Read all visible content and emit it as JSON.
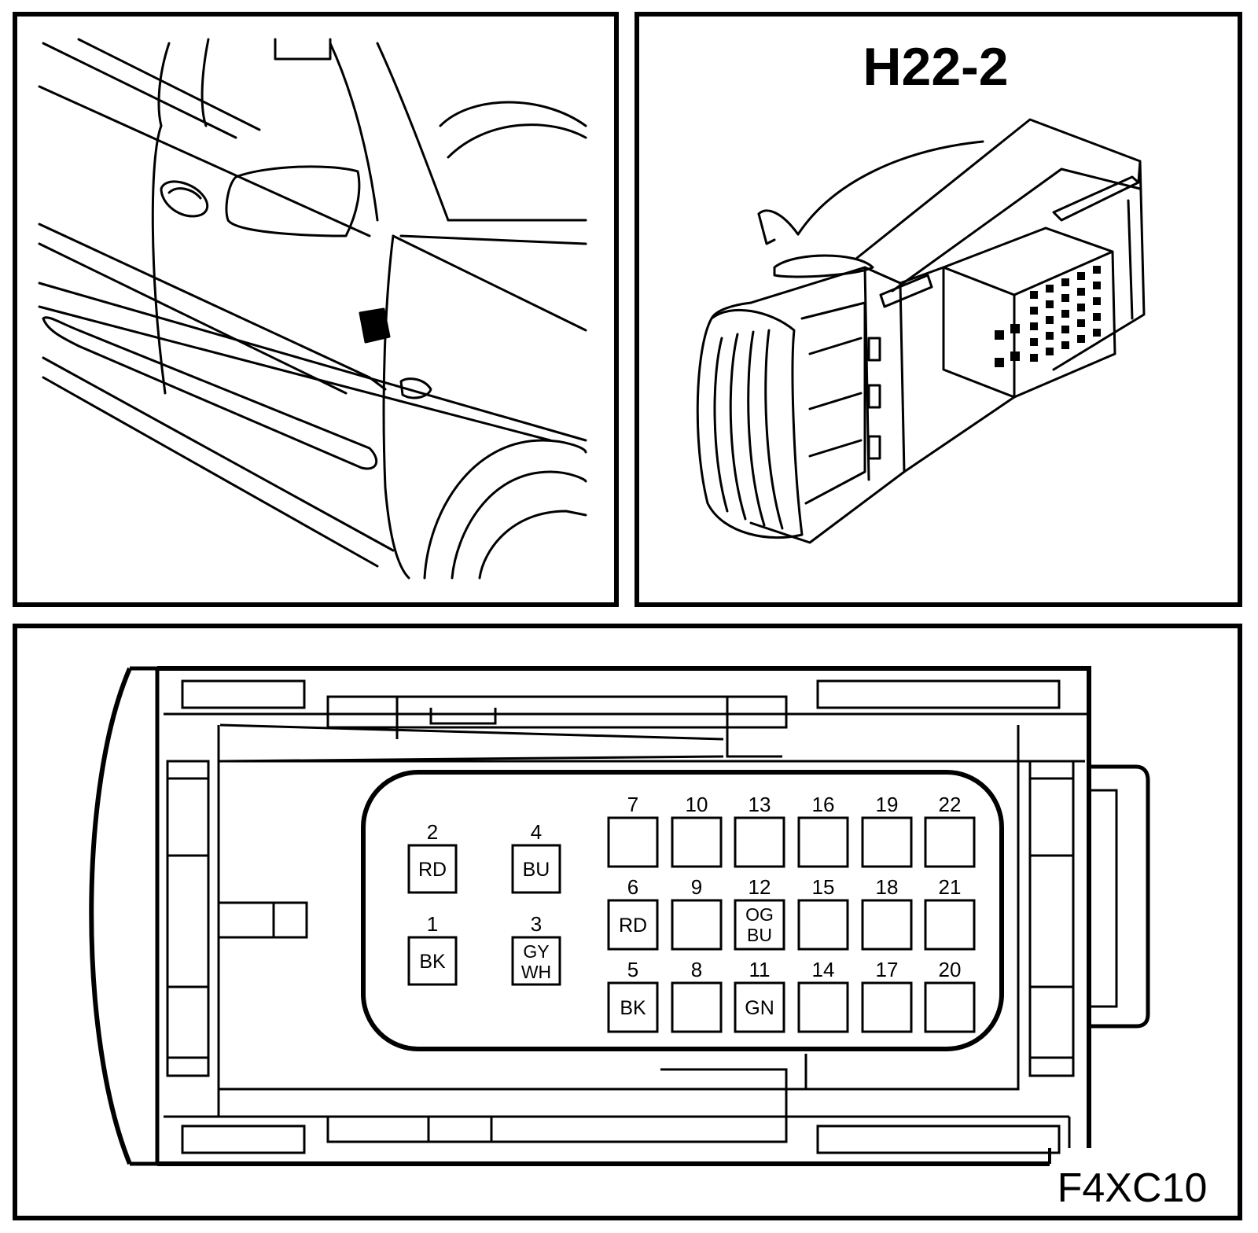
{
  "connector_title": "H22-2",
  "figure_code": "F4XC10",
  "pins": [
    {
      "num": "1",
      "wire": "BK"
    },
    {
      "num": "2",
      "wire": "RD"
    },
    {
      "num": "3",
      "wire": "GY\nWH"
    },
    {
      "num": "4",
      "wire": "BU"
    },
    {
      "num": "5",
      "wire": "BK"
    },
    {
      "num": "6",
      "wire": "RD"
    },
    {
      "num": "7",
      "wire": ""
    },
    {
      "num": "8",
      "wire": ""
    },
    {
      "num": "9",
      "wire": ""
    },
    {
      "num": "10",
      "wire": ""
    },
    {
      "num": "11",
      "wire": "GN"
    },
    {
      "num": "12",
      "wire": "OG\nBU"
    },
    {
      "num": "13",
      "wire": ""
    },
    {
      "num": "14",
      "wire": ""
    },
    {
      "num": "15",
      "wire": ""
    },
    {
      "num": "16",
      "wire": ""
    },
    {
      "num": "17",
      "wire": ""
    },
    {
      "num": "18",
      "wire": ""
    },
    {
      "num": "19",
      "wire": ""
    },
    {
      "num": "20",
      "wire": ""
    },
    {
      "num": "21",
      "wire": ""
    },
    {
      "num": "22",
      "wire": ""
    }
  ],
  "icons": {
    "car_view": "car-door-location-icon",
    "connector_view": "connector-housing-icon"
  }
}
